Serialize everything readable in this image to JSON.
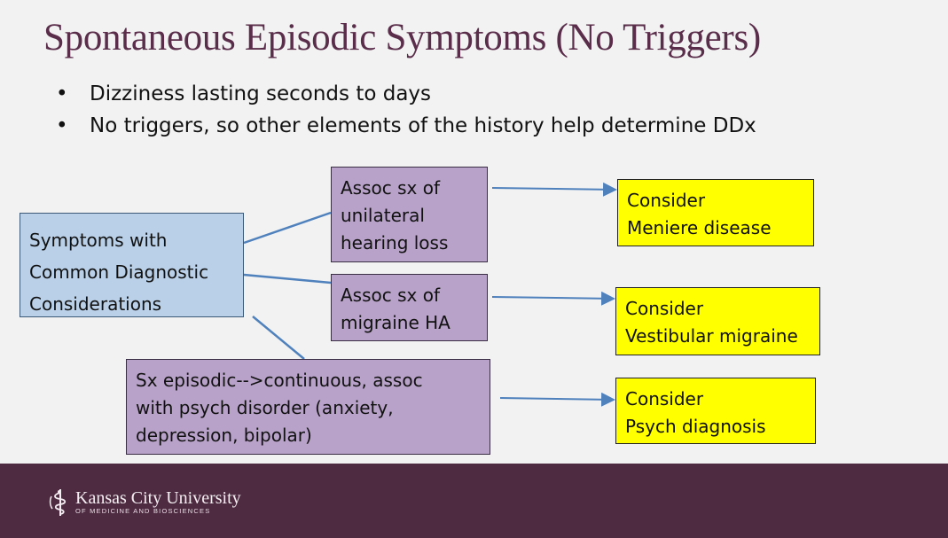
{
  "slide": {
    "title": "Spontaneous Episodic Symptoms (No Triggers)",
    "bullets": [
      "Dizziness lasting seconds to days",
      "No triggers, so other elements of the history help determine DDx"
    ],
    "bullet_glyph": "•"
  },
  "diagram": {
    "root": "Symptoms with\nCommon Diagnostic\nConsiderations",
    "branches": [
      {
        "condition": "Assoc sx of\nunilateral\nhearing loss",
        "result": "Consider\nMeniere disease"
      },
      {
        "condition": "Assoc sx of\nmigraine HA",
        "result": "Consider\nVestibular migraine"
      },
      {
        "condition": "Sx episodic-->continuous, assoc\nwith psych disorder (anxiety,\ndepression, bipolar)",
        "result": "Consider\nPsych diagnosis"
      }
    ],
    "colors": {
      "root_fill": "#b9d0e8",
      "condition_fill": "#b9a2c9",
      "result_fill": "#ffff00",
      "connector": "#4f81bd"
    }
  },
  "footer": {
    "logo_icon": "staff-of-asclepius-icon",
    "org_name": "Kansas City University",
    "org_subtitle": "OF MEDICINE AND BIOSCIENCES",
    "background": "#4e2b41"
  }
}
